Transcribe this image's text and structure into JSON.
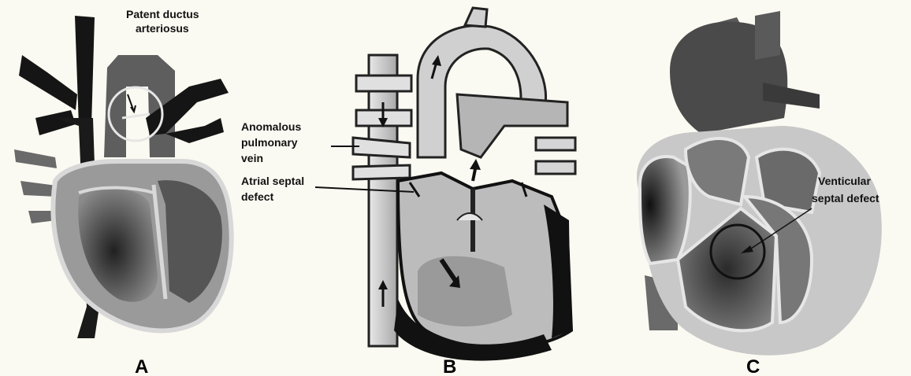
{
  "panels": {
    "a": {
      "letter": "A",
      "callout": [
        "Patent ductus",
        "arteriosus"
      ]
    },
    "b": {
      "letter": "B",
      "callout_vein": [
        "Anomalous",
        "pulmonary",
        "vein"
      ],
      "callout_asd": [
        "Atrial septal",
        "defect"
      ]
    },
    "c": {
      "letter": "C",
      "callout": [
        "Venticular",
        "septal defect"
      ]
    }
  },
  "colors": {
    "background": "#fbfaf2",
    "dark": "#1a1a1a",
    "mid": "#6e6e6e",
    "light": "#cfcfcf",
    "outline": "#e6e6e6"
  }
}
